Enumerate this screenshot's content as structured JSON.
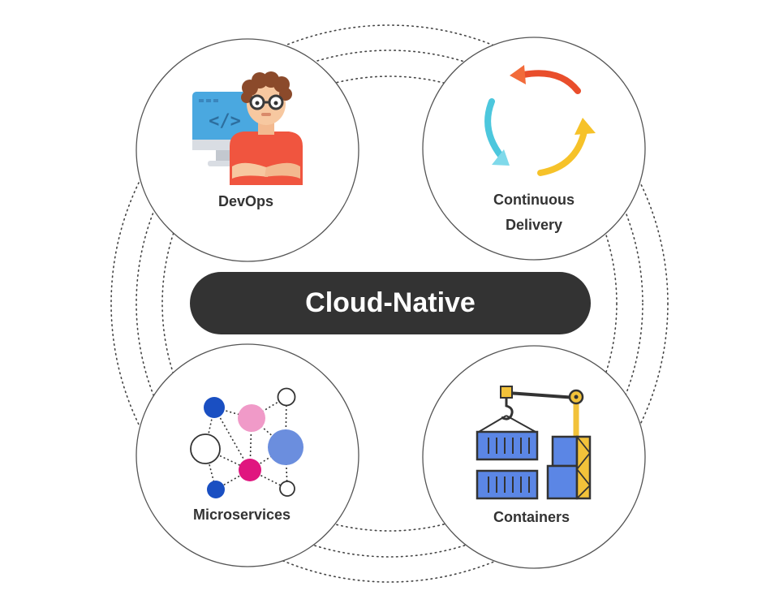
{
  "center": {
    "label": "Cloud-Native"
  },
  "nodes": {
    "devops": {
      "label": "DevOps"
    },
    "delivery": {
      "line1": "Continuous",
      "line2": "Delivery"
    },
    "microservices": {
      "label": "Microservices"
    },
    "containers": {
      "label": "Containers"
    }
  },
  "colors": {
    "pill": "#333333",
    "outline": "#555555",
    "text": "#333333",
    "arrow_red": "#e94e2c",
    "arrow_orange": "#f26b3a",
    "arrow_cyan": "#4cc7dd",
    "arrow_yellow": "#f6c229",
    "node_blue": "#1a4fc2",
    "node_pink": "#f09ac8",
    "node_magenta": "#e0167f",
    "node_lightblue": "#6b8ede",
    "container_blue": "#5b86e5",
    "crane_yellow": "#f2c23a",
    "monitor_blue": "#4aa8e0",
    "shirt_red": "#f0553f",
    "hair_brown": "#8b4a2b",
    "skin": "#f7c8a0"
  }
}
